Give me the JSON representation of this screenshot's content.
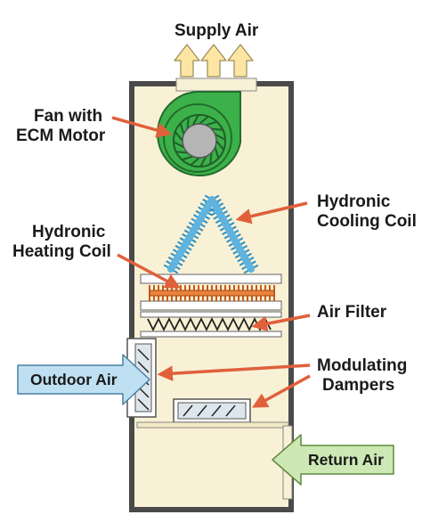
{
  "labels": {
    "supply_air": "Supply Air",
    "fan_line1": "Fan with",
    "fan_line2": "ECM Motor",
    "cooling_line1": "Hydronic",
    "cooling_line2": "Cooling Coil",
    "heating_line1": "Hydronic",
    "heating_line2": "Heating Coil",
    "air_filter": "Air Filter",
    "outdoor_air": "Outdoor Air",
    "dampers_line1": "Modulating",
    "dampers_line2": "Dampers",
    "return_air": "Return Air"
  },
  "colors": {
    "cabinet_fill": "#f8f1d6",
    "cabinet_border": "#4a4a4a",
    "fan_green": "#3cb14a",
    "fan_hub": "#b5b5b5",
    "cooling_coil": "#5fb3df",
    "heating_coil": "#e8823c",
    "callout_arrow": "#e0603a",
    "outdoor_arrow": "#bfe0f3",
    "return_arrow": "#cde8b4",
    "supply_arrow": "#fde6a4"
  },
  "icons": [
    "supply-arrow-icon",
    "fan-icon",
    "cooling-coil-icon",
    "heating-coil-icon",
    "filter-icon",
    "damper-icon"
  ]
}
